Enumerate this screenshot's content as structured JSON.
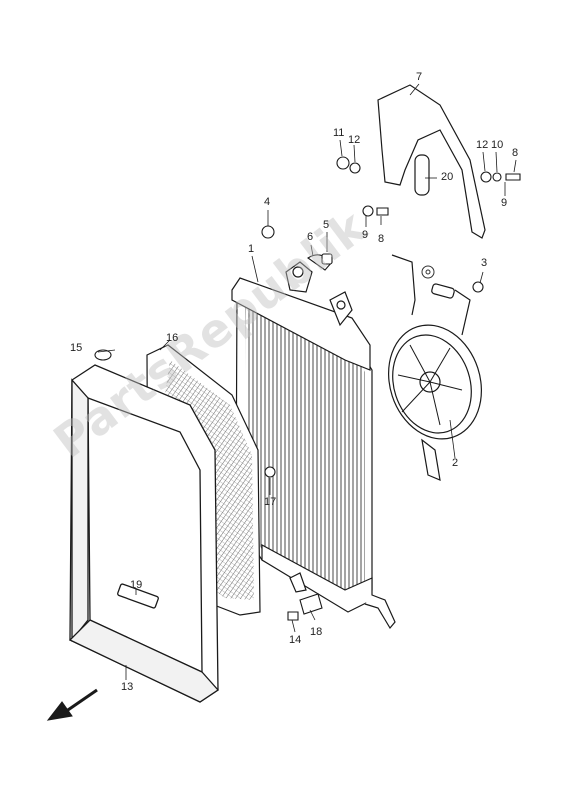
{
  "watermark": "PartsRepublik",
  "callouts": {
    "c1": "1",
    "c2": "2",
    "c3": "3",
    "c4": "4",
    "c5": "5",
    "c6": "6",
    "c7": "7",
    "c8a": "8",
    "c8b": "8",
    "c9a": "9",
    "c9b": "9",
    "c10": "10",
    "c11": "11",
    "c12a": "12",
    "c12b": "12",
    "c13": "13",
    "c14": "14",
    "c15": "15",
    "c16": "16",
    "c17": "17",
    "c18": "18",
    "c19": "19",
    "c20": "20"
  },
  "colors": {
    "line": "#1a1a1a",
    "fill": "#ffffff",
    "mesh": "#555555"
  },
  "icons": {
    "direction_arrow": "arrow-down-left-icon",
    "gear": "gear-icon"
  }
}
